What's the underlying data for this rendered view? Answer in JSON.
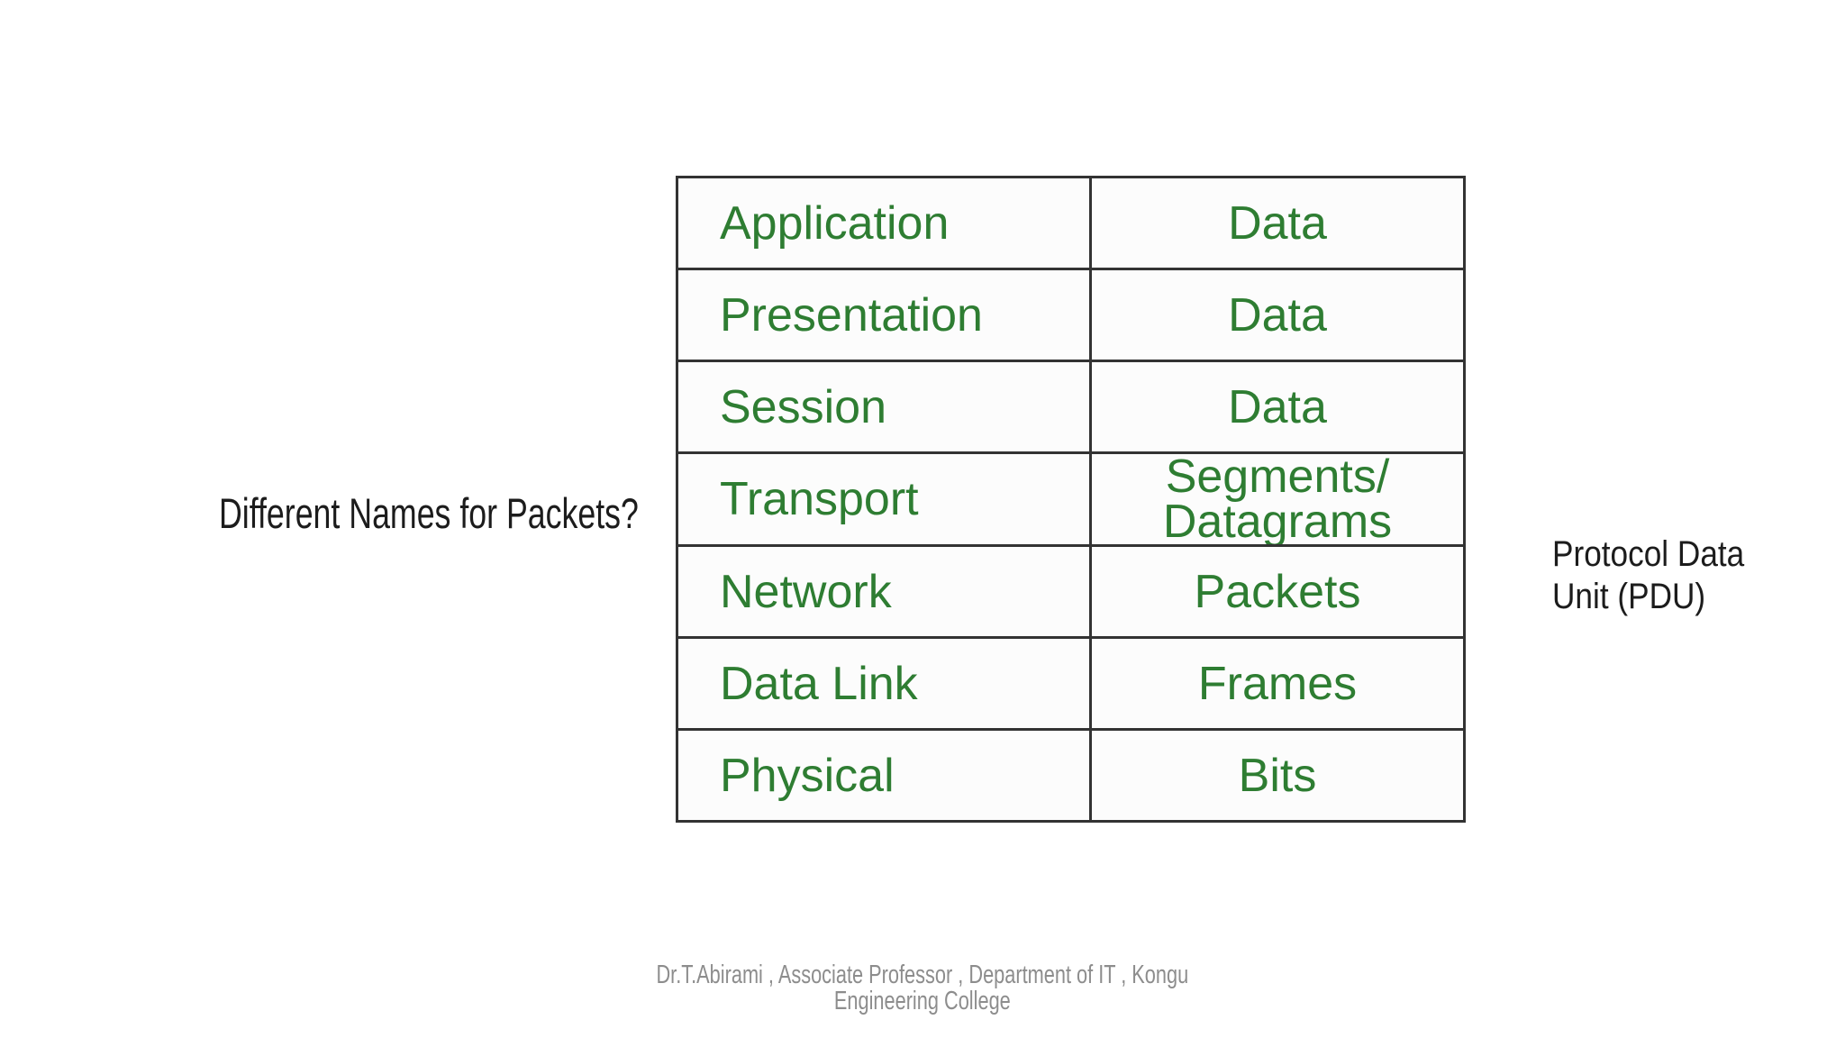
{
  "labels": {
    "left_question": "Different Names for Packets?",
    "right_pdu": "Protocol Data\nUnit (PDU)"
  },
  "table": {
    "rows": [
      {
        "layer": "Application",
        "pdu": "Data"
      },
      {
        "layer": "Presentation",
        "pdu": "Data"
      },
      {
        "layer": "Session",
        "pdu": "Data"
      },
      {
        "layer": "Transport",
        "pdu": "Segments/\nDatagrams"
      },
      {
        "layer": "Network",
        "pdu": "Packets"
      },
      {
        "layer": "Data Link",
        "pdu": "Frames"
      },
      {
        "layer": "Physical",
        "pdu": "Bits"
      }
    ]
  },
  "footer": {
    "credit": "Dr.T.Abirami , Associate Professor , Department of IT , Kongu\nEngineering College"
  },
  "colors": {
    "table_text_green": "#2e7d32",
    "table_border": "#333333",
    "table_cell_background": "#fcfcfc",
    "label_text": "#1c1c1c",
    "footer_text": "#8d8d8d",
    "page_background": "#ffffff"
  }
}
